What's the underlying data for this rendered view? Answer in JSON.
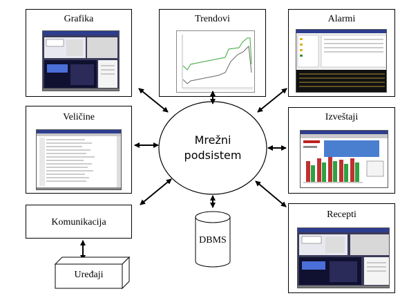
{
  "center": {
    "line1": "Mrežni",
    "line2": "podsistem"
  },
  "boxes": {
    "grafika": "Grafika",
    "trendovi": "Trendovi",
    "alarmi": "Alarmi",
    "velicine": "Veličine",
    "izvestaji": "Izveštaji",
    "komunikacija": "Komunikacija",
    "recepti": "Recepti",
    "uredjaji": "Uređaji",
    "dbms": "DBMS"
  },
  "colors": {
    "line": "#000000",
    "trend_green": "#3aa63a",
    "trend_gray": "#666666",
    "screen_dark": "#1c1c3a",
    "screen_blue": "#2d3d8f",
    "screen_gray": "#c8c8c8"
  }
}
